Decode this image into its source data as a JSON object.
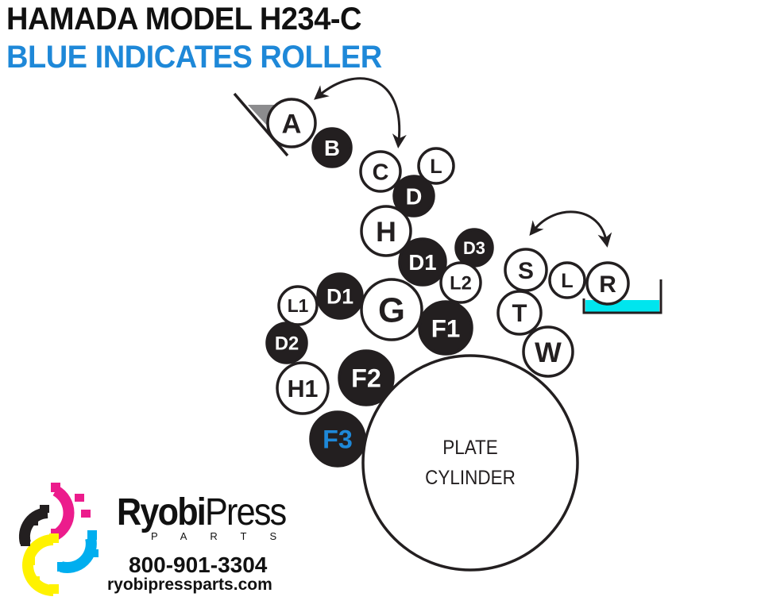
{
  "title": "HAMADA MODEL H234-C",
  "subtitle": "BLUE INDICATES ROLLER",
  "colors": {
    "accent": "#1e88d8",
    "ink": "#231f20",
    "fountain": "#00e5ee"
  },
  "plate_cylinder": {
    "line1": "PLATE",
    "line2": "CYLINDER"
  },
  "rollers": [
    {
      "label": "A",
      "style": "white"
    },
    {
      "label": "B",
      "style": "dark"
    },
    {
      "label": "C",
      "style": "white"
    },
    {
      "label": "L",
      "style": "white"
    },
    {
      "label": "D",
      "style": "dark"
    },
    {
      "label": "H",
      "style": "white"
    },
    {
      "label": "D1",
      "style": "dark"
    },
    {
      "label": "D3",
      "style": "dark"
    },
    {
      "label": "L2",
      "style": "white"
    },
    {
      "label": "L1",
      "style": "white"
    },
    {
      "label": "D1",
      "style": "dark"
    },
    {
      "label": "G",
      "style": "white"
    },
    {
      "label": "F1",
      "style": "dark"
    },
    {
      "label": "D2",
      "style": "dark"
    },
    {
      "label": "H1",
      "style": "white"
    },
    {
      "label": "F2",
      "style": "dark"
    },
    {
      "label": "F3",
      "style": "dark-blue"
    },
    {
      "label": "S",
      "style": "white"
    },
    {
      "label": "L",
      "style": "white"
    },
    {
      "label": "R",
      "style": "white"
    },
    {
      "label": "T",
      "style": "white"
    },
    {
      "label": "W",
      "style": "white"
    }
  ],
  "logo": {
    "brand_bold": "Ryobi",
    "brand_light": "Press",
    "parts": "PARTS",
    "phone": "800-901-3304",
    "website": "ryobipressparts.com"
  }
}
